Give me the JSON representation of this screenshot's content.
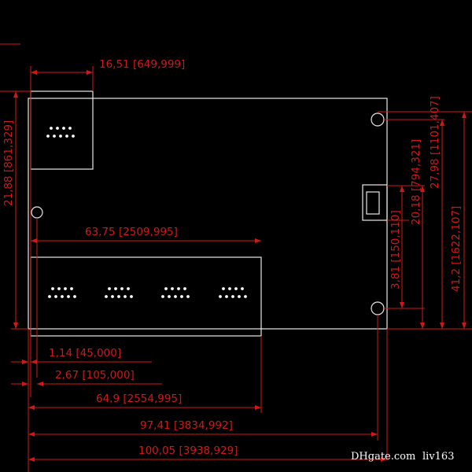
{
  "dimensions": {
    "d_16_51": "16,51 [649,999]",
    "d_63_75": "63,75 [2509,995]",
    "d_1_14": "1,14 [45,000]",
    "d_2_67": "2,67 [105,000]",
    "d_64_9": "64,9 [2554,995]",
    "d_97_41": "97,41 [3834,992]",
    "d_100_05": "100,05 [3938,929]",
    "d_21_88": "21,88 [861,329]",
    "d_3_81": "3,81 [150,110]",
    "d_20_18": "20,18 [794,321]",
    "d_27_98": "27,98 [1101,407]",
    "d_41_2": "41,2 [1622,107]"
  },
  "watermark": {
    "brand": "DHgate.com",
    "seller": "liv163"
  },
  "colors": {
    "dimension": "#d11818",
    "outline": "#e8e8e8",
    "background": "#000000"
  }
}
